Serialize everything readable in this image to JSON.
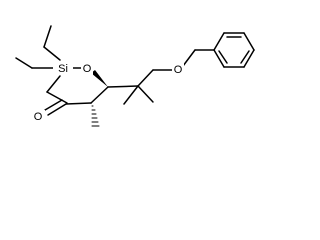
{
  "molecule": {
    "atoms": {
      "silicon": "Si",
      "ether_oxygen": "O",
      "benzyl_oxygen": "O",
      "aldehyde_oxygen": "O"
    },
    "colors": {
      "bond": "#000000",
      "label": "#000000",
      "background": "#ffffff"
    }
  }
}
